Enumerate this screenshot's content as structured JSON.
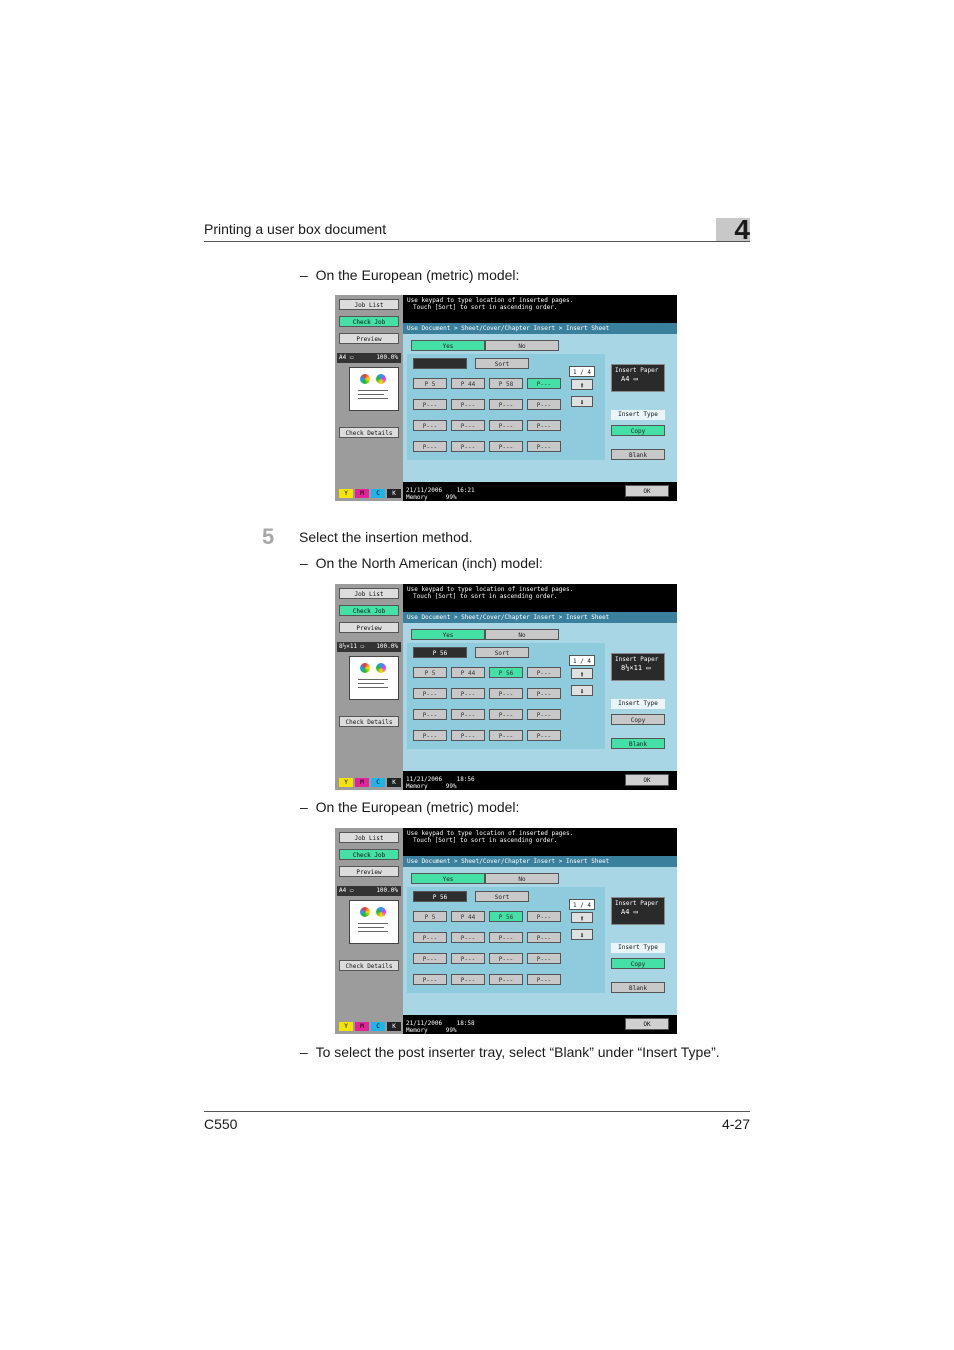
{
  "header": {
    "title": "Printing a user box document",
    "chapter": "4"
  },
  "labels": {
    "eu_model_1": "–  On the European (metric) model:",
    "step_number": "5",
    "step_text": "Select the insertion method.",
    "na_model": "–  On the North American (inch) model:",
    "eu_model_2": "–  On the European (metric) model:",
    "note": "–  To select the post inserter tray, select “Blank” under “Insert Type”."
  },
  "footer": {
    "model": "C550",
    "page": "4-27"
  },
  "common": {
    "sidebar": {
      "job_list": "Job List",
      "check_job": "Check Job",
      "preview": "Preview",
      "check_details": "Check Details",
      "zoom": "100.0%"
    },
    "message_line1": "Use keypad to type location of inserted pages.",
    "message_line2": "Touch [Sort] to sort in ascending order.",
    "breadcrumb": "Use Document > Sheet/Cover/Chapter Insert > Insert Sheet",
    "yes": "Yes",
    "no": "No",
    "sort": "Sort",
    "page_indicator": "1 / 4",
    "up_arrow": "⬆",
    "down_arrow": "⬇",
    "insert_paper": "Insert Paper",
    "insert_type": "Insert Type",
    "copy": "Copy",
    "blank": "Blank",
    "ok": "OK",
    "memory": "Memory",
    "memory_pct": "99%",
    "cmyk": [
      "Y",
      "M",
      "C",
      "K"
    ]
  },
  "shots": [
    {
      "paper_size": "A4 ▭",
      "input": "",
      "page_buttons": [
        "P  5",
        "P 44",
        "P 58",
        "P---",
        "P---",
        "P---",
        "P---",
        "P---",
        "P---",
        "P---",
        "P---",
        "P---",
        "P---",
        "P---",
        "P---",
        "P---"
      ],
      "selected_page": 3,
      "selected_type": "copy",
      "date": "21/11/2006",
      "time": "16:21",
      "ip_size": "A4 ▭"
    },
    {
      "paper_size": "8½×11 ▭",
      "input": "P 56",
      "page_buttons": [
        "P  5",
        "P 44",
        "P 56",
        "P---",
        "P---",
        "P---",
        "P---",
        "P---",
        "P---",
        "P---",
        "P---",
        "P---",
        "P---",
        "P---",
        "P---",
        "P---"
      ],
      "selected_page": 2,
      "selected_type": "blank",
      "date": "11/21/2006",
      "time": "18:56",
      "ip_size": "8½×11 ▭"
    },
    {
      "paper_size": "A4 ▭",
      "input": "P 56",
      "page_buttons": [
        "P  5",
        "P 44",
        "P 56",
        "P---",
        "P---",
        "P---",
        "P---",
        "P---",
        "P---",
        "P---",
        "P---",
        "P---",
        "P---",
        "P---",
        "P---",
        "P---"
      ],
      "selected_page": 2,
      "selected_type": "copy",
      "date": "21/11/2006",
      "time": "18:58",
      "ip_size": "A4 ▭"
    }
  ]
}
